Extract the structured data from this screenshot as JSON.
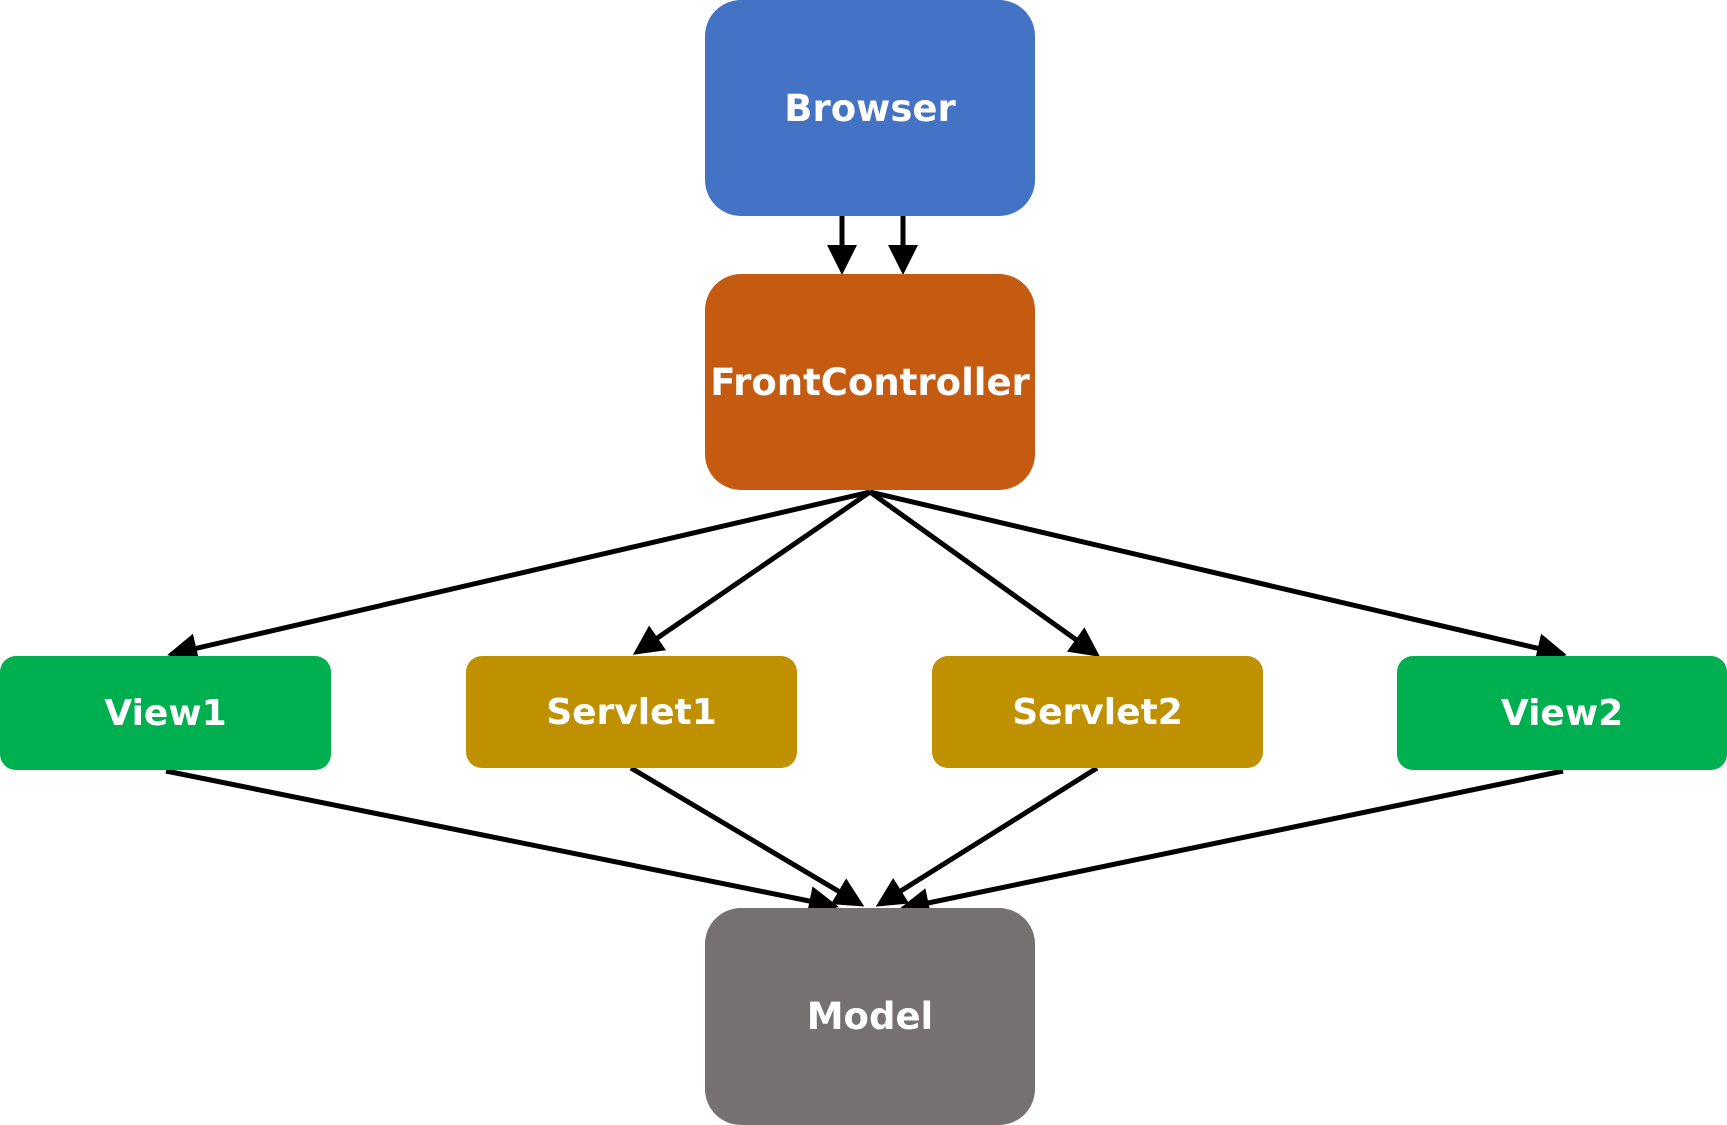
{
  "nodes": {
    "browser": {
      "label": "Browser",
      "color": "#4472C4"
    },
    "frontcontroller": {
      "label": "FrontController",
      "color": "#C55A11"
    },
    "view1": {
      "label": "View1",
      "color": "#00B050"
    },
    "servlet1": {
      "label": "Servlet1",
      "color": "#BF9000"
    },
    "servlet2": {
      "label": "Servlet2",
      "color": "#BF9000"
    },
    "view2": {
      "label": "View2",
      "color": "#00B050"
    },
    "model": {
      "label": "Model",
      "color": "#767171"
    }
  },
  "edges": [
    {
      "from": "browser",
      "to": "frontcontroller"
    },
    {
      "from": "browser",
      "to": "frontcontroller"
    },
    {
      "from": "frontcontroller",
      "to": "view1"
    },
    {
      "from": "frontcontroller",
      "to": "servlet1"
    },
    {
      "from": "frontcontroller",
      "to": "servlet2"
    },
    {
      "from": "frontcontroller",
      "to": "view2"
    },
    {
      "from": "view1",
      "to": "model"
    },
    {
      "from": "servlet1",
      "to": "model"
    },
    {
      "from": "servlet2",
      "to": "model"
    },
    {
      "from": "view2",
      "to": "model"
    }
  ],
  "edge_color": "#000000"
}
